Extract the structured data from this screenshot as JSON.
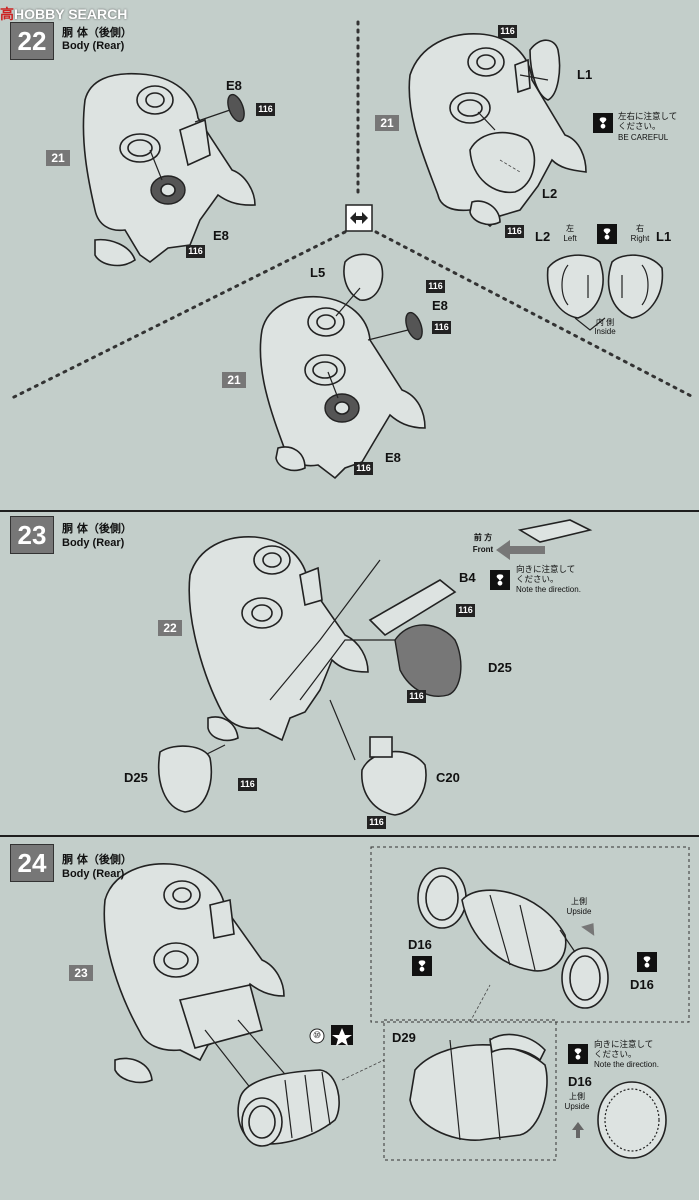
{
  "watermark": {
    "brand": "高",
    "rest": "HOBBY SEARCH"
  },
  "step22": {
    "title_jp": "胴 体（後側）",
    "title_en": "Body (Rear)",
    "optA": {
      "parent": "21",
      "e8_top": "E8",
      "e8_bottom": "E8",
      "c1": "116",
      "c2": "116"
    },
    "optB": {
      "parent": "21",
      "l1": "L1",
      "l2": "L2",
      "c1": "116",
      "c2": "116",
      "note_jp_1": "左右に注意して",
      "note_jp_2": "ください。",
      "note_en": "BE CAREFUL",
      "left_label": "L2",
      "left_jp": "左",
      "left_en": "Left",
      "right_label": "L1",
      "right_jp": "右",
      "right_en": "Right",
      "inside_jp": "内 側",
      "inside_en": "Inside"
    },
    "optC": {
      "parent": "21",
      "l5": "L5",
      "e8_top": "E8",
      "e8_bottom": "E8",
      "c1": "116",
      "c2": "116",
      "c3": "116"
    },
    "swap_icon": "swap-arrows-icon"
  },
  "step23": {
    "number": "23",
    "title_jp": "胴 体（後側）",
    "title_en": "Body (Rear)",
    "parent": "22",
    "front_jp": "前 方",
    "front_en": "Front",
    "b4": "B4",
    "d25_right": "D25",
    "d25_left": "D25",
    "c20": "C20",
    "note_jp_1": "向きに注意して",
    "note_jp_2": "ください。",
    "note_en": "Note the direction.",
    "colors": [
      "116",
      "116",
      "116",
      "116"
    ]
  },
  "step24": {
    "number": "24",
    "title_jp": "胴 体（後側）",
    "title_en": "Body (Rear)",
    "parent": "23",
    "sub_num": "⑩",
    "d16_left": "D16",
    "d16_right": "D16",
    "d29": "D29",
    "upside_jp": "上側",
    "upside_en": "Upside",
    "note_jp_1": "向きに注意して",
    "note_jp_2": "ください。",
    "note_en": "Note the direction.",
    "d16_bottom": "D16",
    "upside2_jp": "上側",
    "upside2_en": "Upside"
  },
  "colors": {
    "background": "#c3ceca",
    "badge": "#777777",
    "paint_box": "#222222"
  }
}
